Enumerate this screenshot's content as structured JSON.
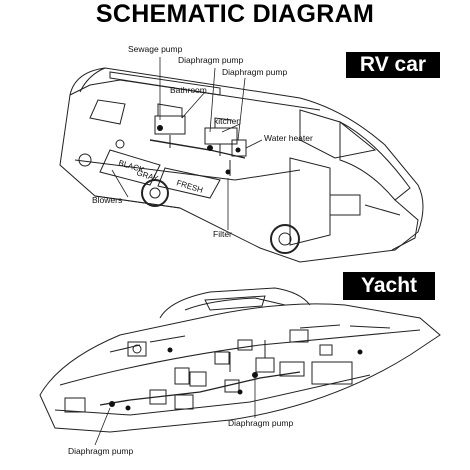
{
  "title": "SCHEMATIC DIAGRAM",
  "sections": {
    "rv": {
      "badge": "RV car",
      "labels": {
        "sewage_pump": "Sewage pump",
        "diaphragm_pump_1": "Diaphragm pump",
        "diaphragm_pump_2": "Diaphragm pump",
        "bathroom": "Bathroom",
        "kitchen": "kitchen",
        "water_heater": "Water heater",
        "blowers": "Blowers",
        "filter": "Filter"
      },
      "tanks": {
        "black": "BLACK",
        "gray": "GRAY",
        "fresh": "FRESH"
      }
    },
    "yacht": {
      "badge": "Yacht",
      "labels": {
        "diaphragm_pump_left": "Diaphragm pump",
        "diaphragm_pump_right": "Diaphragm pump"
      }
    }
  }
}
